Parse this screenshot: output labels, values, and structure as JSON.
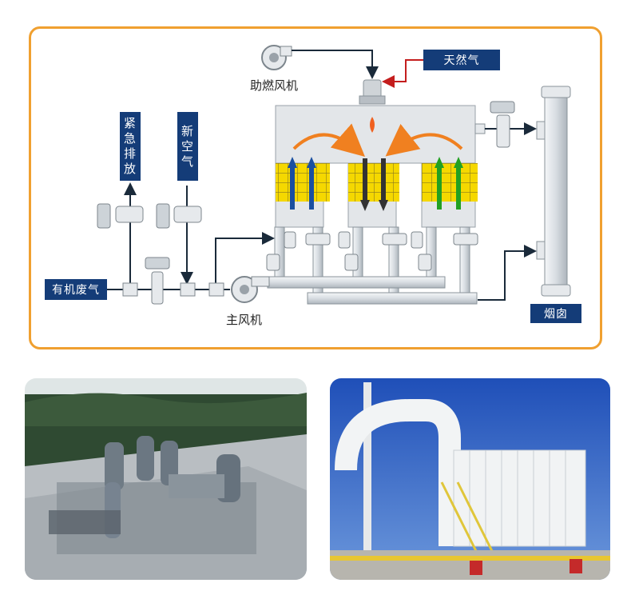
{
  "labels": {
    "voc_inlet": "有机废气",
    "emergency_vent": "紧急排放",
    "fresh_air": "新空气",
    "main_fan": "主风机",
    "combustion_fan": "助燃风机",
    "natural_gas": "天然气",
    "chimney": "烟囱"
  },
  "colors": {
    "frame_border": "#f0a030",
    "label_bg": "#143c78",
    "pipe": "#1a2a3a",
    "gas_line": "#c41e1e",
    "arrow_orange": "#f08020",
    "arrow_blue": "#1a4fa0",
    "arrow_green": "#22a022",
    "arrow_dark": "#333333",
    "ceramic_bed": "#f5d800"
  },
  "photos": {
    "left": "aerial-plant-photo",
    "right": "rto-unit-photo"
  }
}
